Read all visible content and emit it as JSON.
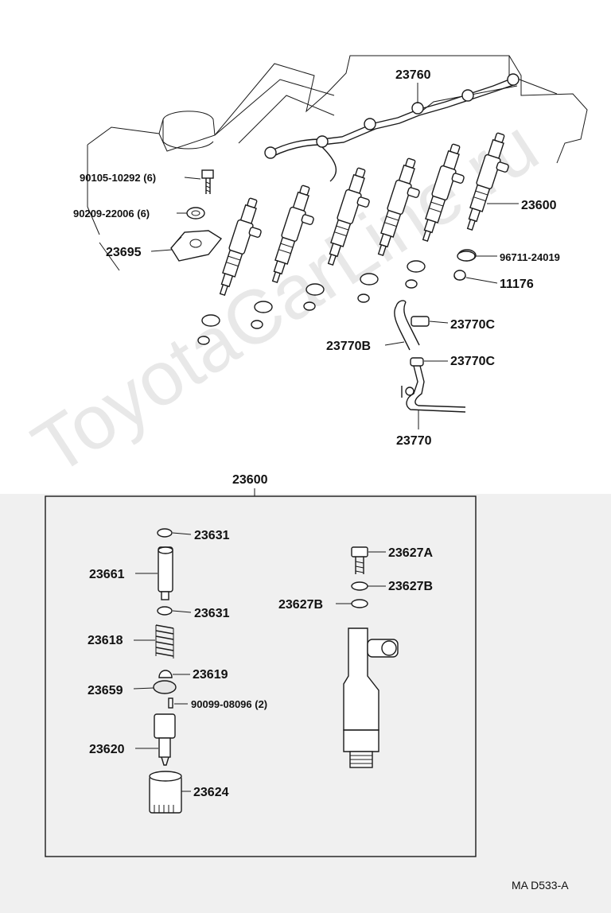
{
  "watermark": "ToyotaCarLine.ru",
  "diagram_code": "MA  D533-A",
  "labels": {
    "l23760": "23760",
    "l90105": "90105-10292 (6)",
    "l90209": "90209-22006 (6)",
    "l23695": "23695",
    "l23600top": "23600",
    "l96711": "96711-24019",
    "l11176": "11176",
    "l23770c1": "23770C",
    "l23770b": "23770B",
    "l23770c2": "23770C",
    "l23770": "23770",
    "l23600box": "23600",
    "l23631a": "23631",
    "l23661": "23661",
    "l23631b": "23631",
    "l23618": "23618",
    "l23619": "23619",
    "l23659": "23659",
    "l90099": "90099-08096 (2)",
    "l23620": "23620",
    "l23624": "23624",
    "l23627a": "23627A",
    "l23627b1": "23627B",
    "l23627b2": "23627B"
  },
  "colors": {
    "line": "#1a1a1a",
    "panel": "#f0f0f0",
    "watermark": "#d6d6d6"
  }
}
